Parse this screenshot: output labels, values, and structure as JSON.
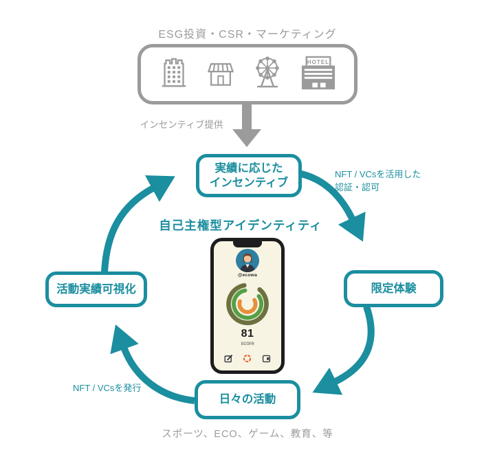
{
  "colors": {
    "teal": "#1b8e9f",
    "gray": "#9b9b9b",
    "phone_frame": "#1d1d1f",
    "screen_bg": "#f8f4e3",
    "gauge_olive": "#6d7140",
    "gauge_green": "#55a046",
    "gauge_orange": "#e78f3b",
    "avatar_bg": "#2f7fa3"
  },
  "provider": {
    "title": "ESG投資・CSR・マーケティング",
    "icons": [
      "office-building",
      "shop",
      "ferris-wheel",
      "hotel"
    ],
    "hotel_sign": "HOTEL",
    "incentive_label": "インセンティブ提供"
  },
  "cycle": {
    "center_title": "自己主権型アイデンティティ",
    "node_top_line1": "実績に応じた",
    "node_top_line2": "インセンティブ",
    "node_right": "限定体験",
    "node_bottom": "日々の活動",
    "node_left": "活動実績可視化",
    "label_auth_line1": "NFT / VCsを活用した",
    "label_auth_line2": "認証・認可",
    "label_issue": "NFT / VCsを発行",
    "activities_caption": "スポーツ、ECO、ゲーム、教育、等"
  },
  "phone": {
    "username": "@ecowa",
    "score_value": "81",
    "score_label": "score"
  }
}
